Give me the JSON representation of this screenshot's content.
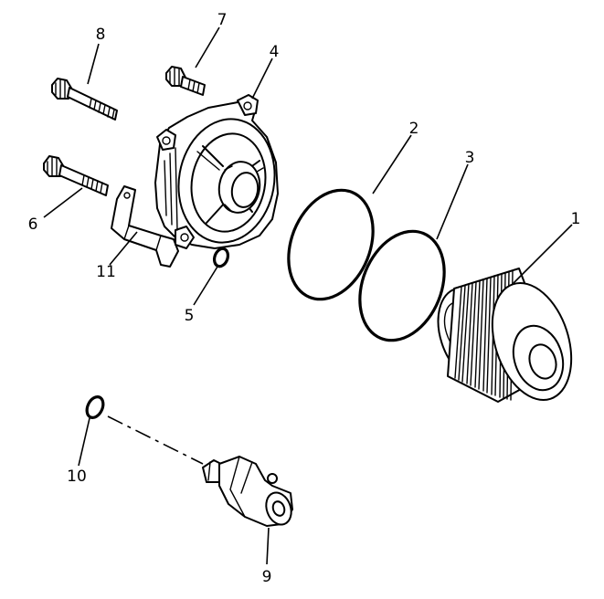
{
  "diagram": {
    "callouts": {
      "part_1": "1",
      "part_2": "2",
      "part_3": "3",
      "part_4": "4",
      "part_5": "5",
      "part_6": "6",
      "part_7": "7",
      "part_8": "8",
      "part_9": "9",
      "part_10": "10",
      "part_11": "11"
    }
  }
}
